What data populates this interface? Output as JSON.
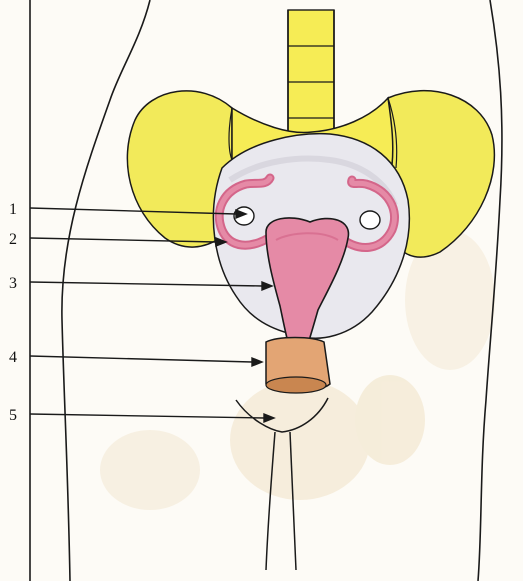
{
  "labels": [
    "1",
    "2",
    "3",
    "4",
    "5"
  ],
  "colors": {
    "paper": "#fdfbf6",
    "paper_stain": "#f1e3c8",
    "bone": "#f2ea5a",
    "bone_shade": "#e6d93c",
    "spine": "#f6ec55",
    "cavity": "#e9e8ee",
    "cavity_shade": "#cfccd6",
    "organ_pink": "#e58aa6",
    "organ_pink_dark": "#d4668a",
    "cervix": "#e3a574",
    "cervix_dark": "#c98650",
    "ink": "#1a1a1a"
  },
  "icons": {
    "uterus": "uterus-icon",
    "ovary": "ovary-icon",
    "fallopian_tube": "fallopian-tube-icon",
    "pelvis": "pelvis-bone-icon",
    "spine": "spine-icon"
  }
}
